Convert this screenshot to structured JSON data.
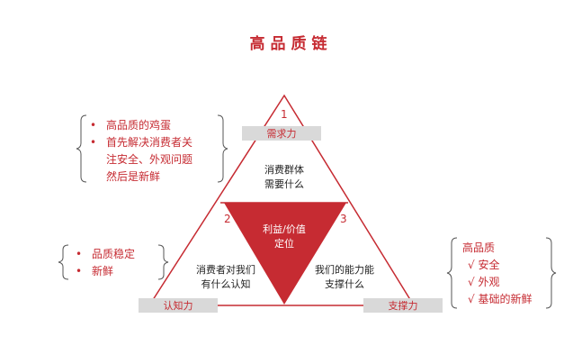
{
  "title": "高品质链",
  "triangle": {
    "numbers": [
      "1",
      "2",
      "3"
    ],
    "top_label": "需求力",
    "left_label": "认知力",
    "right_label": "支撑力",
    "top_question": [
      "消费群体",
      "需要什么"
    ],
    "left_question": [
      "消费者对我们",
      "有什么认知"
    ],
    "right_question": [
      "我们的能力能",
      "支撑什么"
    ],
    "center_text": [
      "利益/价值",
      "定位"
    ]
  },
  "left_top_list": {
    "bullet": "•",
    "items": [
      [
        "高品质的鸡蛋"
      ],
      [
        "首先解决消费者关",
        "注安全、外观问题",
        "然后是新鲜"
      ]
    ]
  },
  "left_bottom_list": {
    "bullet": "•",
    "items": [
      [
        "品质稳定"
      ],
      [
        "新鲜"
      ]
    ]
  },
  "right_list": {
    "heading": "高品质",
    "items": [
      "√ 安全",
      "√ 外观",
      "√ 基础的新鲜"
    ]
  },
  "colors": {
    "accent": "#c62b32",
    "tag_bg": "#d9d9d9",
    "text": "#222222"
  }
}
